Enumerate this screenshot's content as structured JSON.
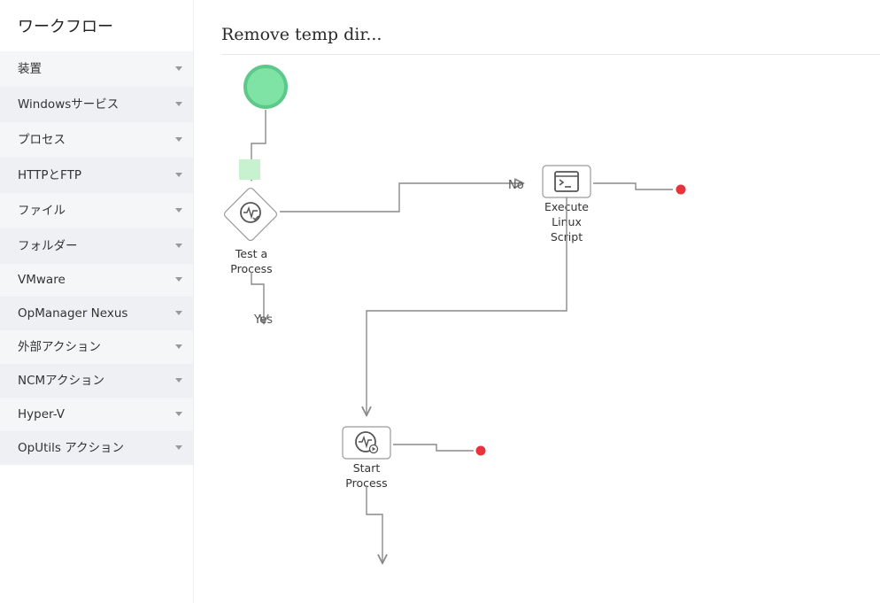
{
  "sidebar": {
    "title": "ワークフロー",
    "items": [
      {
        "label": "装置"
      },
      {
        "label": "Windowsサービス"
      },
      {
        "label": "プロセス"
      },
      {
        "label": "HTTPとFTP"
      },
      {
        "label": "ファイル"
      },
      {
        "label": "フォルダー"
      },
      {
        "label": "VMware"
      },
      {
        "label": "OpManager Nexus"
      },
      {
        "label": "外部アクション"
      },
      {
        "label": "NCMアクション"
      },
      {
        "label": "Hyper-V"
      },
      {
        "label": "OpUtils アクション"
      }
    ]
  },
  "workflow": {
    "title": "Remove temp dir...",
    "nodes": {
      "test": {
        "line1": "Test a",
        "line2": "Process"
      },
      "exec": {
        "line1": "Execute",
        "line2": "Linux",
        "line3": "Script"
      },
      "start": {
        "line1": "Start",
        "line2": "Process"
      }
    },
    "edges": {
      "no": "No",
      "yes": "Yes"
    }
  },
  "colors": {
    "start_node": "#7fe3a6",
    "start_node_border": "#5cc98a",
    "end_dot": "#e8333a",
    "connector": "#8a8a8a",
    "drop_highlight": "#c8f2cf"
  }
}
